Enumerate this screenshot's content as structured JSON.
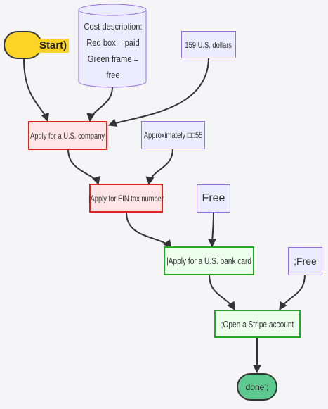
{
  "nodes": {
    "start": "Start)",
    "cost_description": {
      "title": "Cost description:",
      "line1": "Red box = paid",
      "line2": "Green frame = free"
    },
    "price_159": "159 U.S. dollars",
    "apply_company": "Apply for a U.S. company",
    "approx_55": "Approximately □□55",
    "apply_ein": "|Apply for EIN tax number",
    "free_1": "Free",
    "apply_bank": "|Apply for a U.S. bank card",
    "free_2": ";Free",
    "open_stripe": ";Open a Stripe account",
    "done": "done’;"
  },
  "colors": {
    "start": "#fcd425",
    "paid_border": "#dd2222",
    "paid_fill": "#ffe5e5",
    "free_border": "#22aa22",
    "free_fill": "#ecffec",
    "note_border": "#9370db",
    "note_fill": "#ececff",
    "done": "#5ec98e"
  }
}
